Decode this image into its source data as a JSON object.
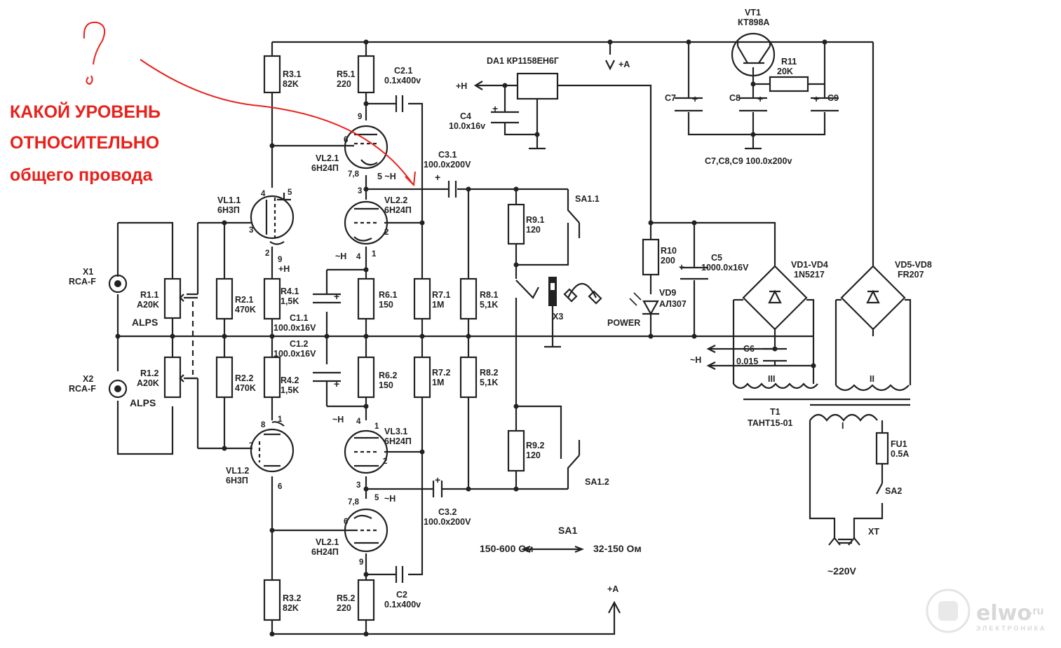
{
  "annotation": {
    "lines": [
      "КАКОЙ УРОВЕНЬ",
      "ОТНОСИТЕЛЬНО",
      "общего провода"
    ],
    "color": "#e8211b"
  },
  "components": {
    "X1": [
      "X1",
      "RCA-F"
    ],
    "X2": [
      "X2",
      "RCA-F"
    ],
    "R1_1": [
      "R1.1",
      "A20K"
    ],
    "R1_2": [
      "R1.2",
      "A20K"
    ],
    "alps": "ALPS",
    "R2_1": [
      "R2.1",
      "470K"
    ],
    "R2_2": [
      "R2.2",
      "470K"
    ],
    "R3_1": [
      "R3.1",
      "82K"
    ],
    "R3_2": [
      "R3.2",
      "82K"
    ],
    "R4_1": [
      "R4.1",
      "1,5K"
    ],
    "R4_2": [
      "R4.2",
      "1,5K"
    ],
    "R5_1": [
      "R5.1",
      "220"
    ],
    "R5_2": [
      "R5.2",
      "220"
    ],
    "R6_1": [
      "R6.1",
      "150"
    ],
    "R6_2": [
      "R6.2",
      "150"
    ],
    "R7_1": [
      "R7.1",
      "1M"
    ],
    "R7_2": [
      "R7.2",
      "1M"
    ],
    "R8_1": [
      "R8.1",
      "5,1K"
    ],
    "R8_2": [
      "R8.2",
      "5,1K"
    ],
    "R9_1": [
      "R9.1",
      "120"
    ],
    "R9_2": [
      "R9.2",
      "120"
    ],
    "R10": [
      "R10",
      "200"
    ],
    "R11": [
      "R11",
      "20K"
    ],
    "C1_1": [
      "C1.1",
      "100.0x16V"
    ],
    "C1_2": [
      "C1.2",
      "100.0x16V"
    ],
    "C2_1": [
      "C2.1",
      "0.1x400v"
    ],
    "C2": [
      "C2",
      "0.1x400v"
    ],
    "C3_1": [
      "C3.1",
      "100.0x200V"
    ],
    "C3_2": [
      "C3.2",
      "100.0x200V"
    ],
    "C4": [
      "C4",
      "10.0x16v"
    ],
    "C5": [
      "C5",
      "1000.0x16V"
    ],
    "C6": [
      "C6",
      "0.015"
    ],
    "C7": "C7",
    "C8": "C8",
    "C9": "C9",
    "C789": "C7,C8,C9   100.0x200v",
    "VL1_1": [
      "VL1.1",
      "6Н3П"
    ],
    "VL1_2": [
      "VL1.2",
      "6Н3П"
    ],
    "VL2_1a": [
      "VL2.1",
      "6Н24П"
    ],
    "VL2_1b": [
      "VL2.1",
      "6Н24П"
    ],
    "VL2_2": [
      "VL2.2",
      "6Н24П"
    ],
    "VL3_1": [
      "VL3.1",
      "6Н24П"
    ],
    "DA1": "DA1 КР1158ЕН6Г",
    "VT1": [
      "VT1",
      "КТ898А"
    ],
    "VD1": [
      "VD1-VD4",
      "1N5217"
    ],
    "VD5": [
      "VD5-VD8",
      "FR207"
    ],
    "VD9": [
      "VD9",
      "АЛ307"
    ],
    "power": "POWER",
    "T1": [
      "T1",
      "ТАНТ15-01"
    ],
    "FU1": [
      "FU1",
      "0.5A"
    ],
    "SA1_1": "SA1.1",
    "SA1_2": "SA1.2",
    "SA2": "SA2",
    "X3": "X3",
    "XT": "XT",
    "mains": "~220V",
    "sa1": {
      "title": "SA1",
      "left": "150-600 Ом",
      "right": "32-150 Ом"
    },
    "rails": {
      "plusA": "+A",
      "plusH": "+H",
      "tildeH": "~H",
      "plusHs": "+H",
      "tildeH5": "5 ~H"
    },
    "windings": [
      "III",
      "II",
      "I"
    ]
  },
  "pins": {
    "vl1_1": [
      "4",
      "5",
      "3",
      "2",
      "9"
    ],
    "vl1_2": [
      "8",
      "1",
      "7",
      "6"
    ],
    "vl2_1a": [
      "9",
      "6",
      "7,8"
    ],
    "vl2_2": [
      "3",
      "2",
      "4",
      "1"
    ],
    "vl3_1": [
      "4",
      "1",
      "2",
      "3"
    ],
    "vl2_1b": [
      "7,8",
      "5",
      "6",
      "9"
    ]
  },
  "watermark": {
    "brand": "elwo",
    "suffix": ".ru",
    "tagline": "ЭЛЕКТРОНИКА"
  }
}
